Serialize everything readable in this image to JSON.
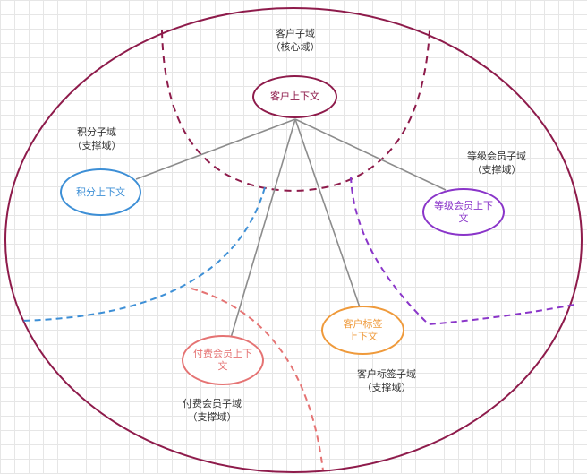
{
  "colors": {
    "outer": "#8e1b4b",
    "customer": "#8e1b4b",
    "points": "#3d8fd6",
    "level": "#8a35c9",
    "tag": "#ef9a3b",
    "paid": "#e57373",
    "connector": "#8c8c8c",
    "text": "#333333"
  },
  "domains": {
    "customer": {
      "name": "客户子域",
      "type": "（核心域）",
      "context": "客户上下文"
    },
    "points": {
      "name": "积分子域",
      "type": "（支撑域）",
      "context": "积分上下文"
    },
    "level": {
      "name": "等级会员子域",
      "type": "（支撑域）",
      "context": "等级会员上下\n文"
    },
    "tag": {
      "name": "客户标签子域",
      "type": "（支撑域）",
      "context": "客户标签\n上下文"
    },
    "paid": {
      "name": "付费会员子域",
      "type": "（支撑域）",
      "context": "付费会员上下\n文"
    }
  }
}
